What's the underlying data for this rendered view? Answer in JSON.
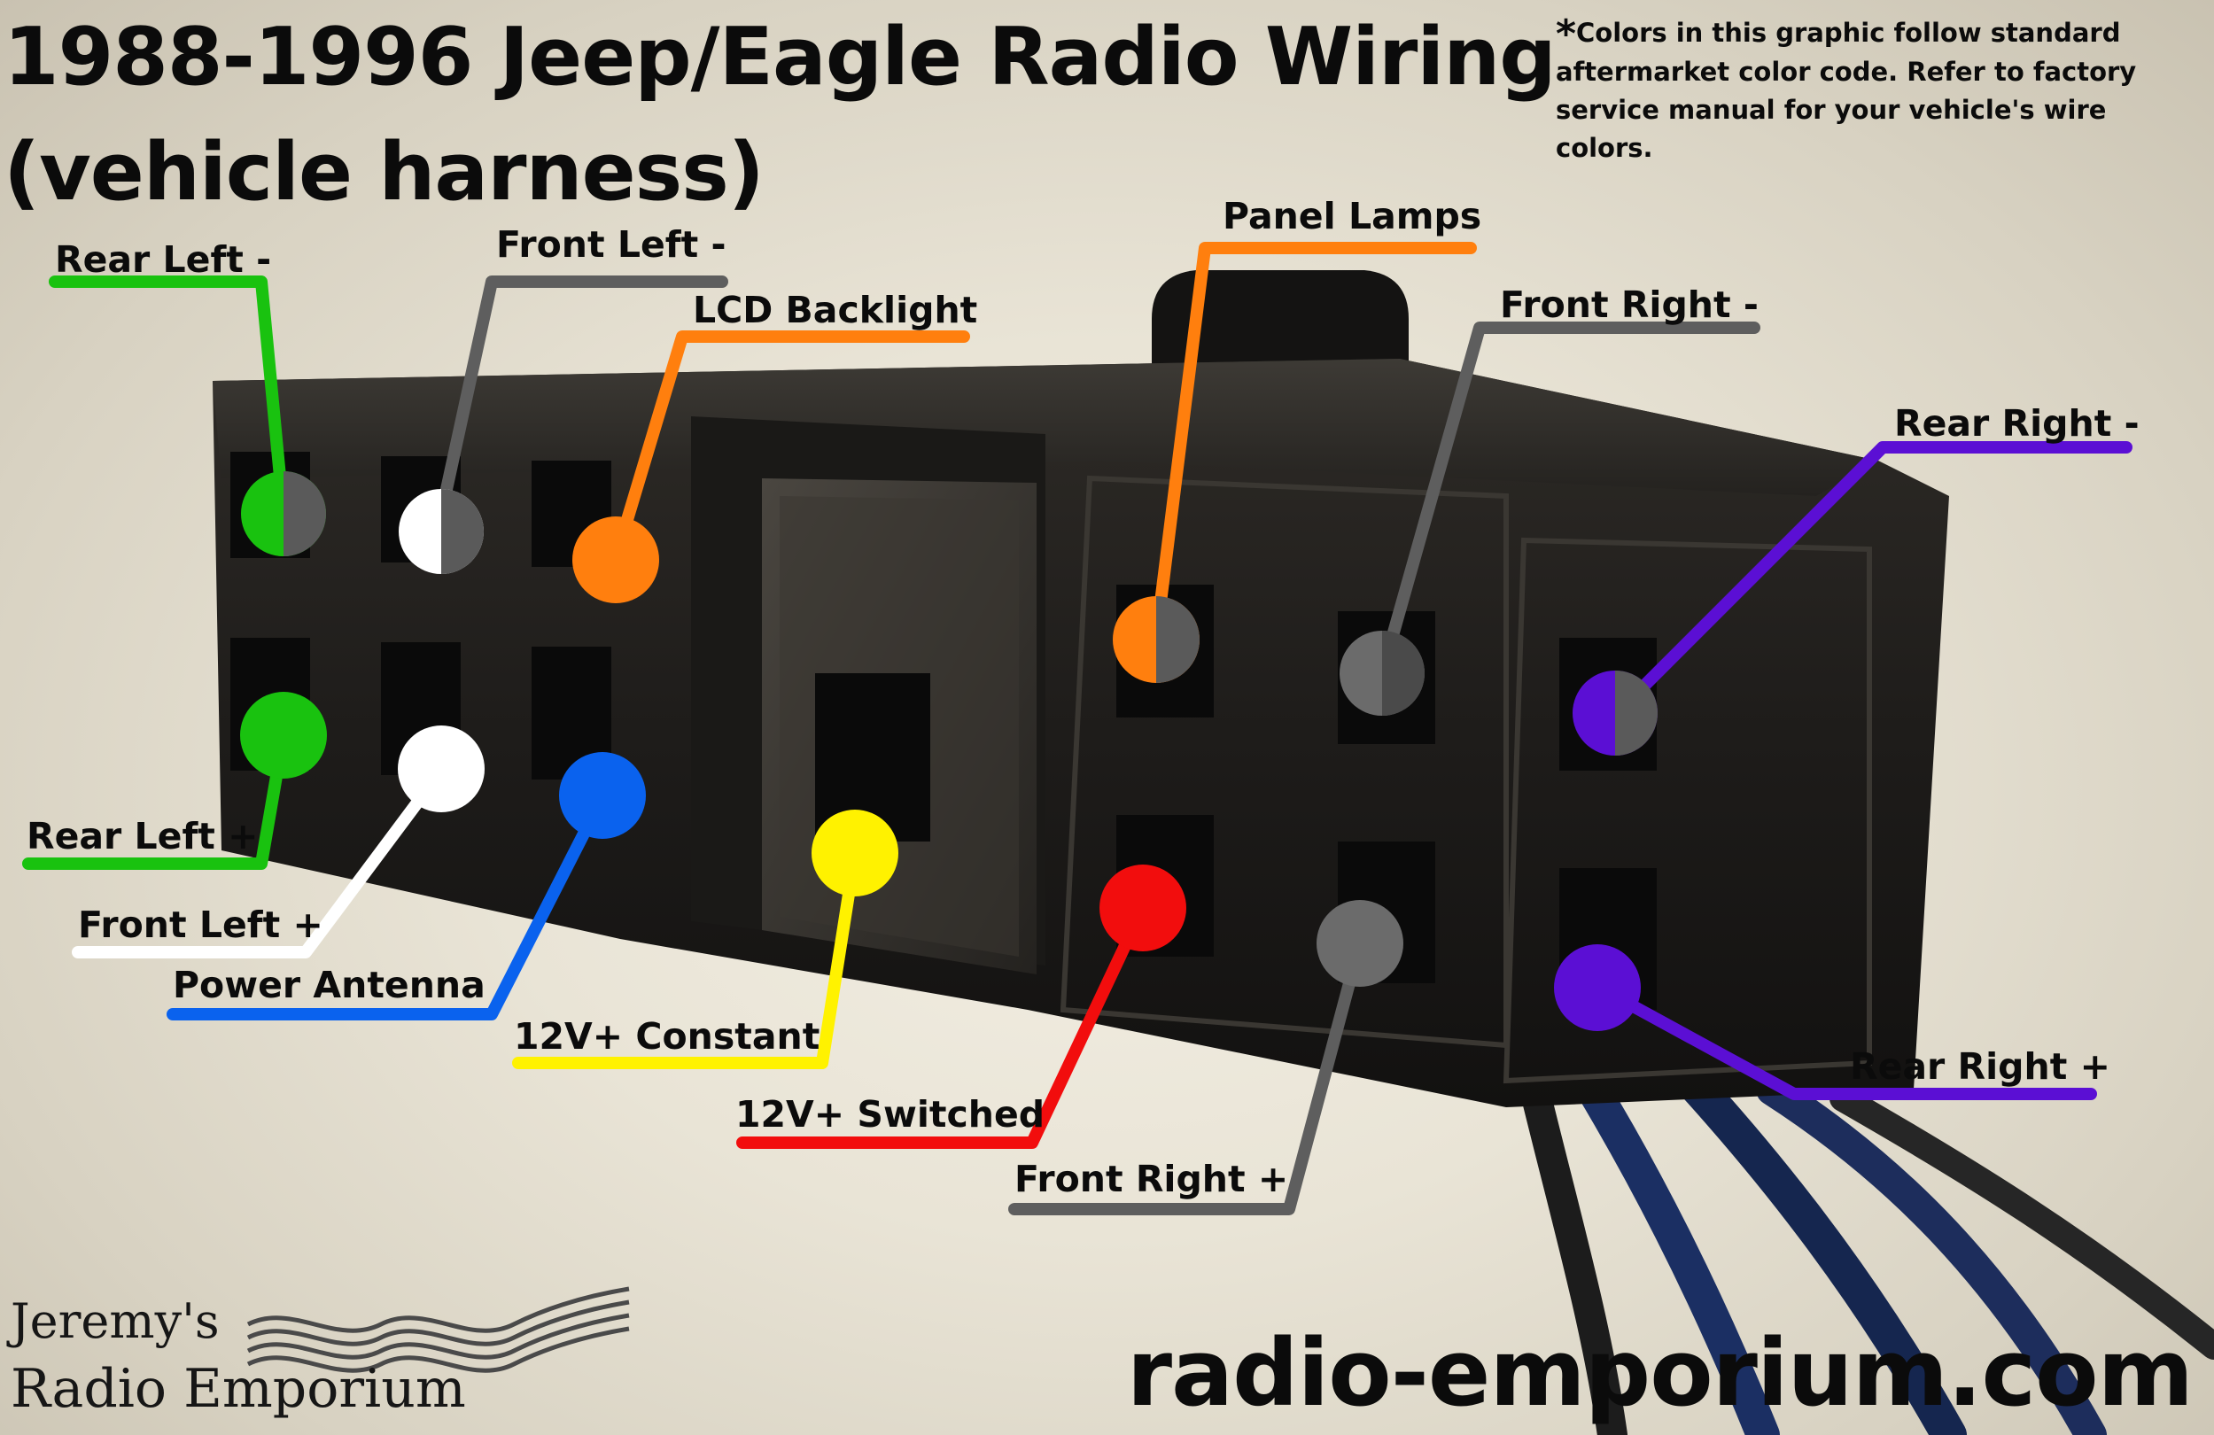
{
  "title": {
    "line1": "1988-1996 Jeep/Eagle Radio Wiring",
    "line2": "(vehicle harness)"
  },
  "note": {
    "star": "*",
    "text": "Colors in this graphic follow standard aftermarket color code. Refer to factory service manual for your vehicle's wire colors."
  },
  "pins": {
    "rear_left_neg": {
      "label": "Rear Left -",
      "color": "#19c20f",
      "stripe": "#5a5a5a"
    },
    "front_left_neg": {
      "label": "Front Left -",
      "color": "#ffffff",
      "stripe": "#5a5a5a"
    },
    "lcd_backlight": {
      "label": "LCD Backlight",
      "color": "#ff7f0e"
    },
    "panel_lamps": {
      "label": "Panel Lamps",
      "color": "#ff7f0e",
      "stripe": "#5a5a5a"
    },
    "front_right_neg": {
      "label": "Front Right -",
      "color": "#6b6b6b",
      "stripe": "#4a4a4a"
    },
    "rear_right_neg": {
      "label": "Rear Right -",
      "color": "#5b0fd4",
      "stripe": "#5a5a5a"
    },
    "rear_left_pos": {
      "label": "Rear Left +",
      "color": "#19c20f"
    },
    "front_left_pos": {
      "label": "Front Left +",
      "color": "#ffffff"
    },
    "power_antenna": {
      "label": "Power Antenna",
      "color": "#0a62ee"
    },
    "constant_12v": {
      "label": "12V+ Constant",
      "color": "#fff200"
    },
    "switched_12v": {
      "label": "12V+ Switched",
      "color": "#f20d0d"
    },
    "front_right_pos": {
      "label": "Front Right +",
      "color": "#6b6b6b"
    },
    "rear_right_pos": {
      "label": "Rear Right +",
      "color": "#5b0fd4"
    }
  },
  "logo": {
    "line1": "Jeremy's",
    "line2": "Radio Emporium"
  },
  "website": "radio-emporium.com"
}
